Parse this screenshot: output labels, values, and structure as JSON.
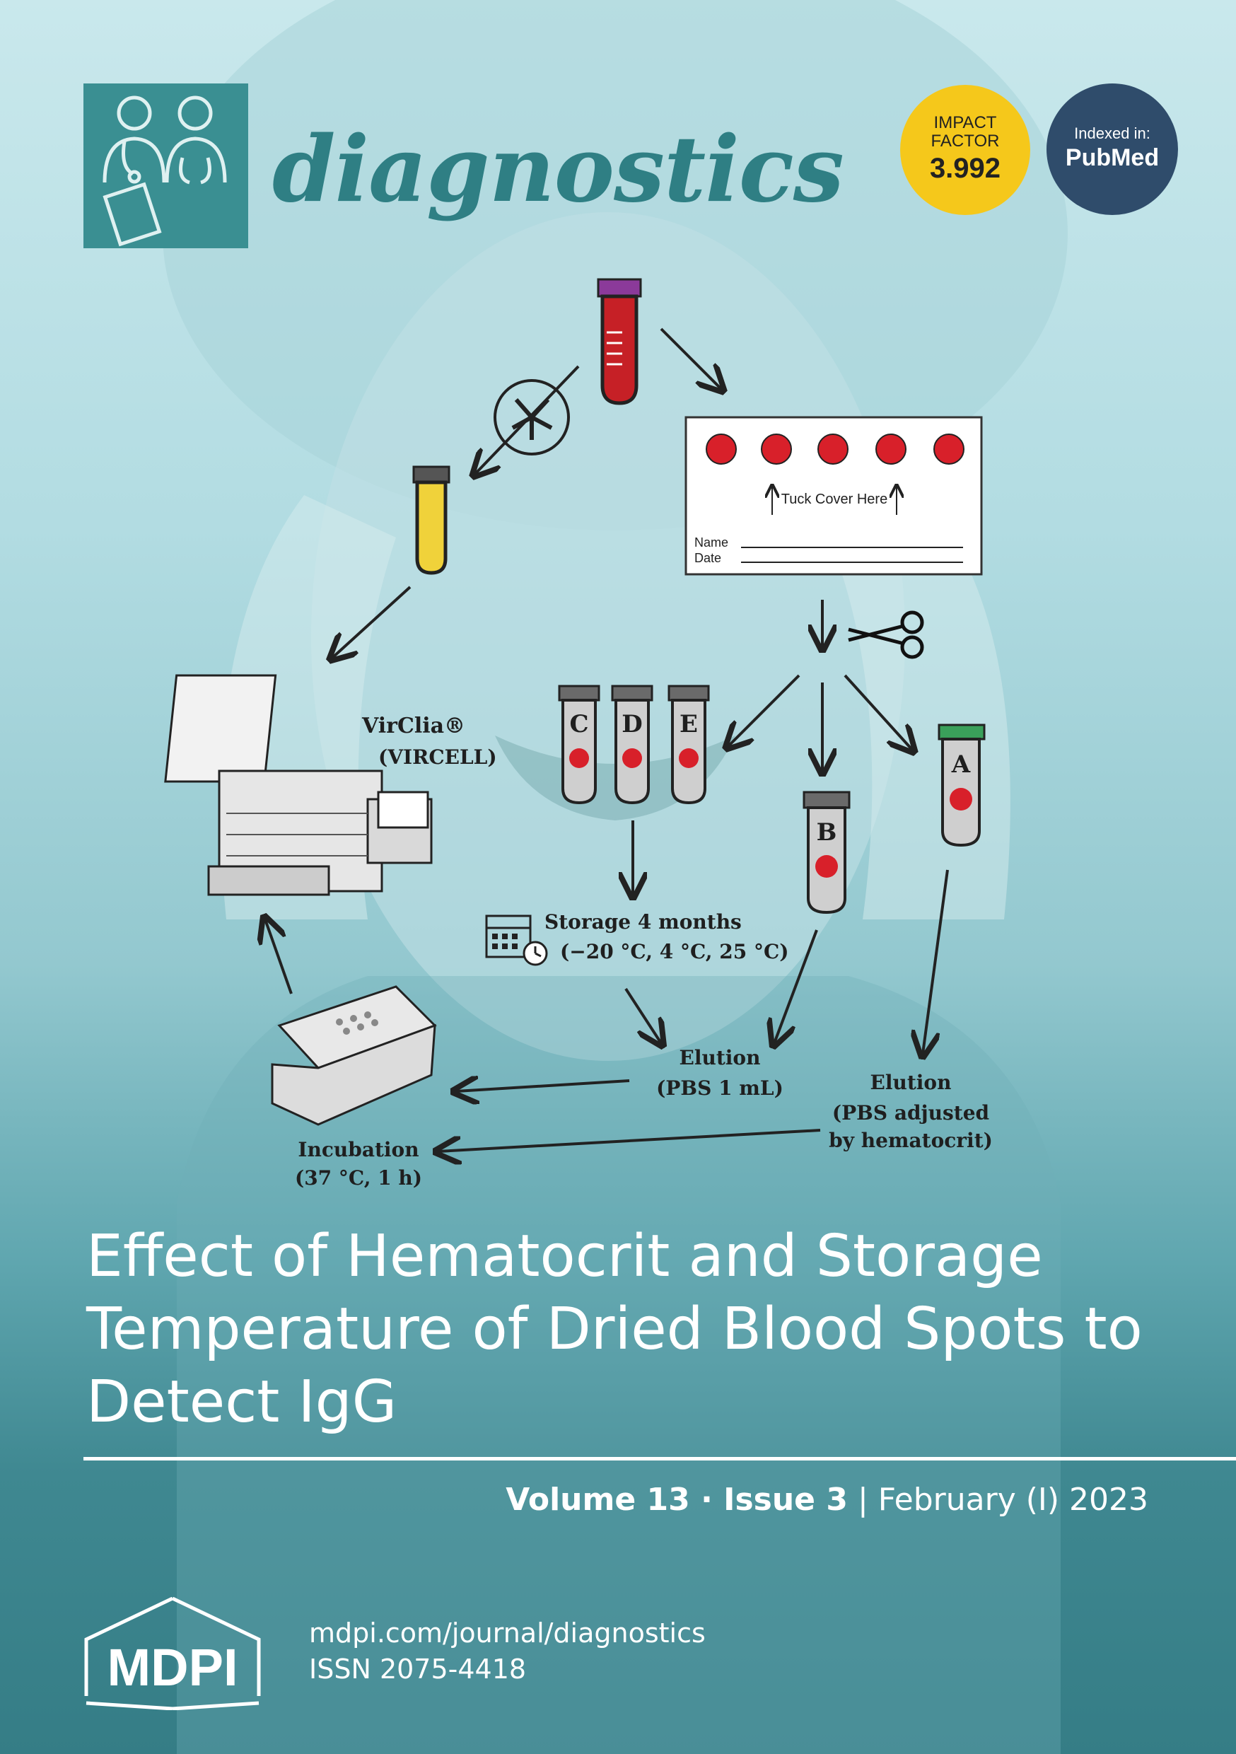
{
  "journal": {
    "name": "diagnostics"
  },
  "badges": {
    "impact": {
      "line1": "IMPACT",
      "line2": "FACTOR",
      "value": "3.992"
    },
    "index": {
      "line1": "Indexed in:",
      "line2": "PubMed"
    }
  },
  "figure": {
    "card_text": "Tuck Cover Here",
    "card_name": "Name",
    "card_date": "Date",
    "tubes": [
      "C",
      "D",
      "E",
      "B",
      "A"
    ],
    "virclia": "VirClia®",
    "vircell": "(VIRCELL)",
    "storage_1": "Storage 4 months",
    "storage_2": "(−20 °C, 4 °C, 25 °C)",
    "elution_a_1": "Elution",
    "elution_a_2": "(PBS 1 mL)",
    "elution_b_1": "Elution",
    "elution_b_2": "(PBS adjusted",
    "elution_b_3": "by hematocrit)",
    "incubation_1": "Incubation",
    "incubation_2": "(37 °C, 1 h)"
  },
  "title": "Effect of Hematocrit and Storage Temperature of Dried Blood Spots to Detect IgG",
  "issue": {
    "volume": "Volume 13",
    "sep": " · ",
    "issue": "Issue 3",
    "bar": " | ",
    "date": "February (I) 2023"
  },
  "footer": {
    "publisher": "MDPI",
    "url": "mdpi.com/journal/diagnostics",
    "issn": "ISSN 2075-4418"
  },
  "colors": {
    "teal": "#357d86",
    "brand": "#2f7f84",
    "impact": "#f5c81b",
    "pubmed": "#2f4c6b",
    "blood": "#d8202a",
    "serum": "#f0d23a"
  }
}
